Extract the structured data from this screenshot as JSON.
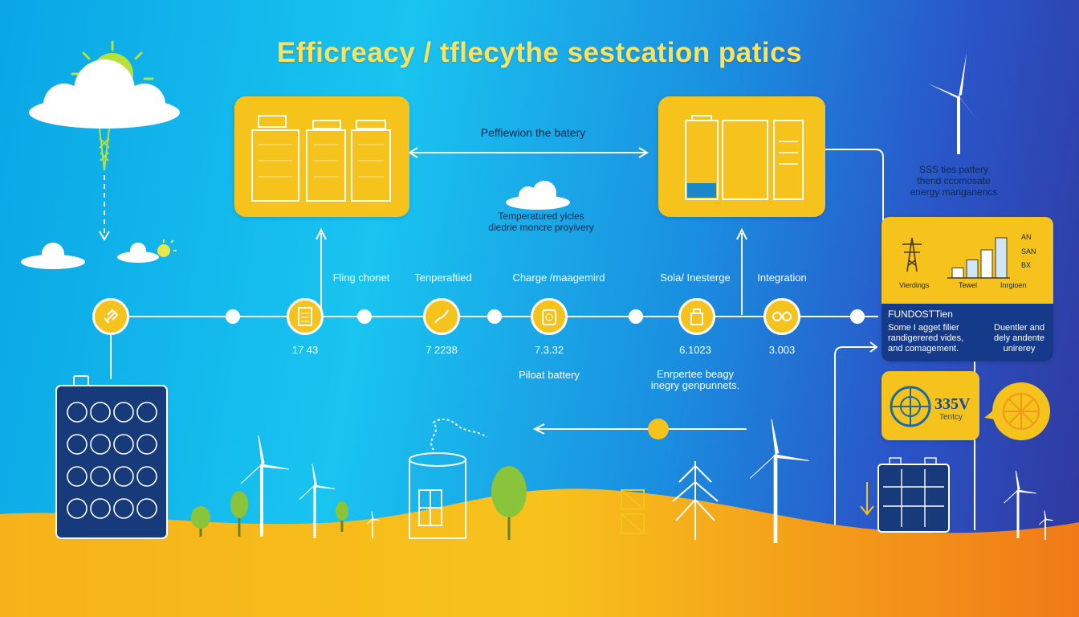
{
  "title": "Efficreacy / tflecythe sestcation patics",
  "top_center": {
    "link_label": "Peffiewion the batery",
    "cloud_caption": "Temperatured yicles\ndiedrie moncre proyivery"
  },
  "right_caption": "SSS ties pattery\nthend ccomosate\nenergy manganencs",
  "timeline": [
    {
      "label": "Fling chonet",
      "value": "17 43"
    },
    {
      "label": "Tenperaftied",
      "value": "7 2238"
    },
    {
      "label": "Charge /maagemird",
      "value": "7.3.32"
    },
    {
      "label": "Sola/ Inesterge",
      "value": "6.1023"
    },
    {
      "label": "Integration",
      "value": "3.003"
    }
  ],
  "below_timeline": {
    "left_note": "Piloat battery",
    "right_note": "Enrpertee beagy\ninegry genpunnets."
  },
  "right_panel": {
    "legend": [
      "AN",
      "SAN",
      "BX"
    ],
    "bar_labels": [
      "Vierdings",
      "Tewel",
      "Inrgioen"
    ],
    "bar_heights": [
      0.25,
      0.45,
      0.7,
      1.0
    ],
    "heading": "FUNDOSTTien",
    "col1": "Some I agget filier\nrandigerered vides,\nand comagement.",
    "col2": "Duentler and\ndely andente\nunirerey"
  },
  "voltage_badge": {
    "value": "335V",
    "sub": "Tentcy"
  },
  "colors": {
    "accent_yellow": "#f6c21c",
    "title_yellow": "#ffe25a",
    "ground_orange": "#f08a1a",
    "panel_navy": "#173a7a"
  },
  "icons": [
    "sun-icon",
    "cloud-icon",
    "wind-turbine-icon",
    "battery-icon",
    "solar-panel-icon",
    "tree-icon",
    "power-pylon-icon",
    "gauge-icon"
  ]
}
